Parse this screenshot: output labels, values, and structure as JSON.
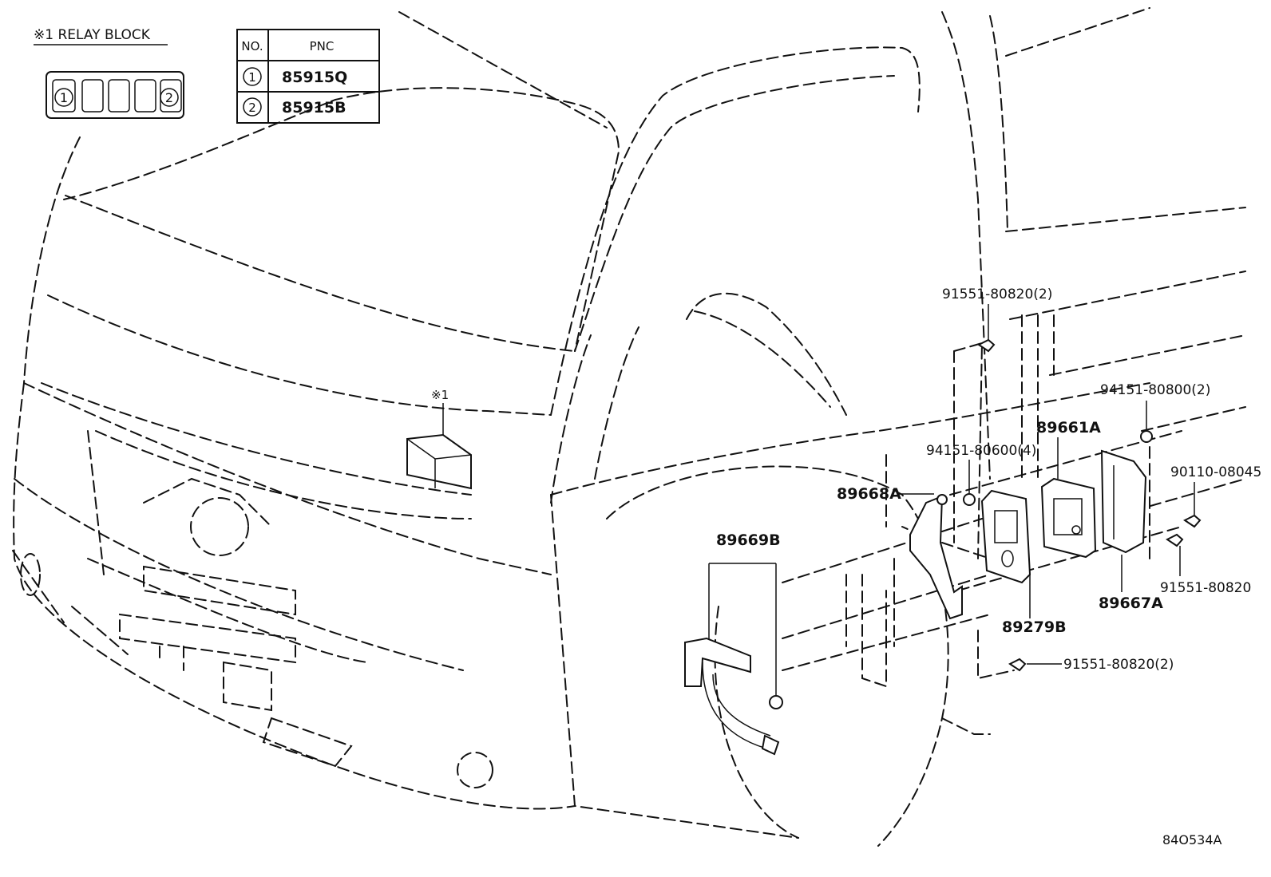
{
  "relay_block": {
    "title": "※1 RELAY BLOCK",
    "slot_1": "1",
    "slot_2": "2"
  },
  "pnc_table": {
    "col_no": "NO.",
    "col_pnc": "PNC",
    "rows": [
      {
        "no": "1",
        "pnc": "85915Q"
      },
      {
        "no": "2",
        "pnc": "85915B"
      }
    ]
  },
  "callouts": {
    "relay_ref": "※1",
    "p91551_80820_2_top": "91551-80820(2)",
    "p94151_80800_2": "94151-80800(2)",
    "p89661A": "89661A",
    "p94151_80600_4": "94151-80600(4)",
    "p90110_08045": "90110-08045",
    "p89668A": "89668A",
    "p89669B": "89669B",
    "p91551_80820": "91551-80820",
    "p89667A": "89667A",
    "p89279B": "89279B",
    "p91551_80820_2_bottom": "91551-80820(2)"
  },
  "diagram_id": "84O534A"
}
